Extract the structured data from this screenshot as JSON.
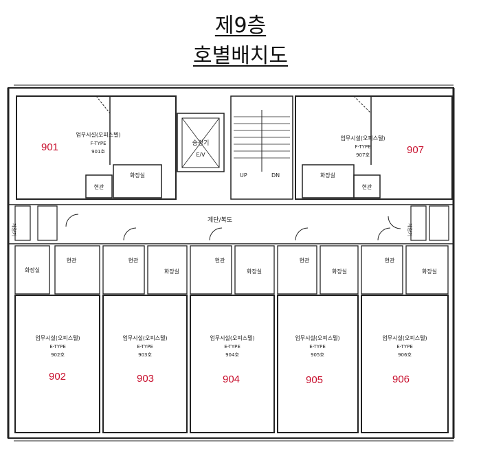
{
  "title": {
    "line1": "제9층",
    "line2": "호별배치도"
  },
  "plan": {
    "corridor_label": "계단/복도",
    "elevator_label": "승강기",
    "elevator_sub": "E/V",
    "stair_up": "UP",
    "stair_down": "DN",
    "top_units": [
      {
        "number": "901",
        "use": "업무시설(오피스텔)",
        "type": "F-TYPE",
        "room": "901호",
        "entrance": "현관",
        "bath": "화장실"
      },
      {
        "number": "907",
        "use": "업무시설(오피스텔)",
        "type": "F-TYPE",
        "room": "907호",
        "entrance": "현관",
        "bath": "화장실"
      }
    ],
    "bottom_units": [
      {
        "number": "902",
        "use": "업무시설(오피스텔)",
        "type": "E-TYPE",
        "room": "902호",
        "entrance": "현관",
        "bath": "화장실"
      },
      {
        "number": "903",
        "use": "업무시설(오피스텔)",
        "type": "E-TYPE",
        "room": "903호",
        "entrance": "현관",
        "bath": "화장실"
      },
      {
        "number": "904",
        "use": "업무시설(오피스텔)",
        "type": "E-TYPE",
        "room": "904호",
        "entrance": "현관",
        "bath": "화장실"
      },
      {
        "number": "905",
        "use": "업무시설(오피스텔)",
        "type": "E-TYPE",
        "room": "905호",
        "entrance": "현관",
        "bath": "화장실"
      },
      {
        "number": "906",
        "use": "업무시설(오피스텔)",
        "type": "E-TYPE",
        "room": "906호",
        "entrance": "현관",
        "bath": "화장실"
      }
    ],
    "side_left": "계량기",
    "side_right": "계량기"
  }
}
